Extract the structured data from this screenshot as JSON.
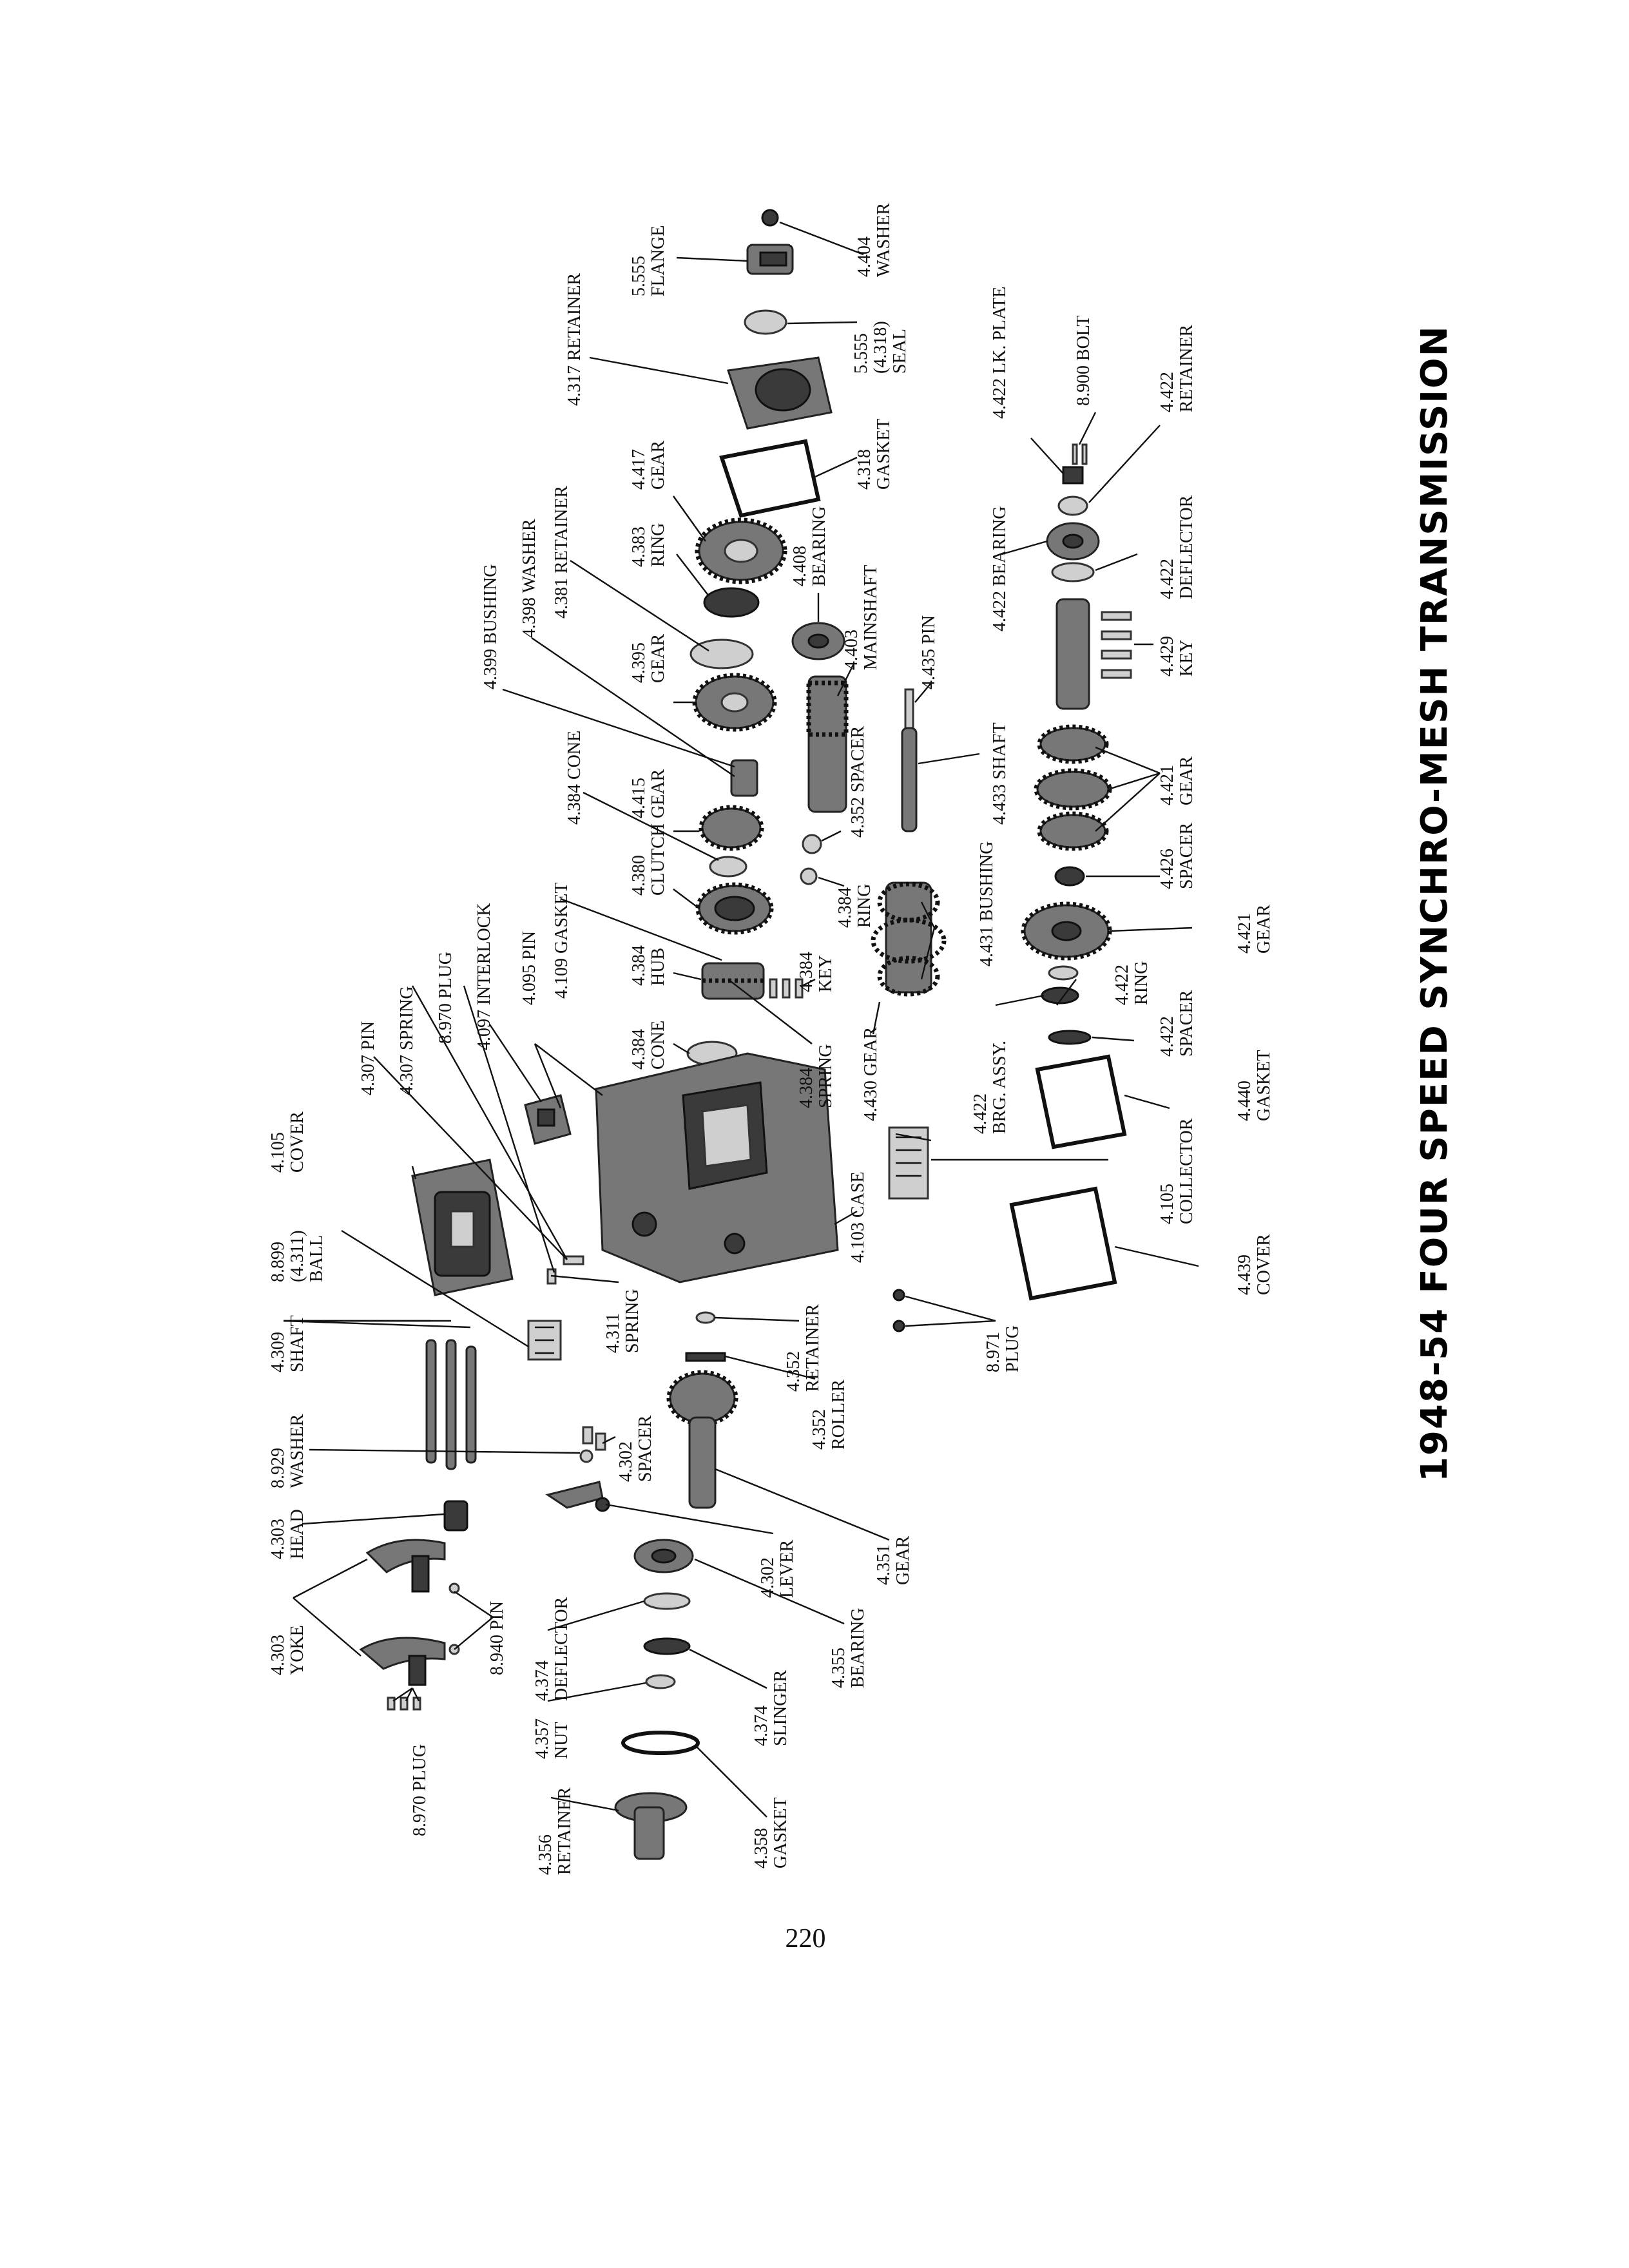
{
  "title": "1948-54 FOUR SPEED SYNCHRO-MESH TRANSMISSION",
  "page_number": "220",
  "labels": {
    "l01": [
      "4.404",
      "WASHER"
    ],
    "l02": [
      "5.555",
      "FLANGE"
    ],
    "l03": [
      "5.555",
      "(4.318)",
      "SEAL"
    ],
    "l04": [
      "4.317 RETAINER"
    ],
    "l05": [
      "4.417",
      "GEAR"
    ],
    "l06": [
      "4.318",
      "GASKET"
    ],
    "l07": [
      "4.422 LK. PLATE"
    ],
    "l08": [
      "8.900 BOLT"
    ],
    "l09": [
      "4.422",
      "RETAINER"
    ],
    "l10": [
      "4.381 RETAINER"
    ],
    "l11": [
      "4.383",
      "RING"
    ],
    "l12": [
      "4.408",
      "BEARING"
    ],
    "l13": [
      "4.422 BEARING"
    ],
    "l14": [
      "4.422",
      "DEFLECTOR"
    ],
    "l15": [
      "4.398 WASHER"
    ],
    "l16": [
      "4.399 BUSHING"
    ],
    "l17": [
      "4.395",
      "GEAR"
    ],
    "l18": [
      "4.403",
      "MAINSHAFT"
    ],
    "l19": [
      "4.435 PIN"
    ],
    "l20": [
      "4.429",
      "KEY"
    ],
    "l21": [
      "4.384 CONE"
    ],
    "l22": [
      "4.415",
      "GEAR"
    ],
    "l23": [
      "4.433 SHAFT"
    ],
    "l24": [
      "4.421",
      "GEAR"
    ],
    "l25": [
      "4.352 SPACER"
    ],
    "l26": [
      "4.380",
      "CLUTCH"
    ],
    "l27": [
      "4.384",
      "RING"
    ],
    "l28": [
      "4.426",
      "SPACER"
    ],
    "l29": [
      "4.109 GASKET"
    ],
    "l30": [
      "4.384",
      "HUB"
    ],
    "l31": [
      "4.384",
      "KEY"
    ],
    "l32": [
      "4.431 BUSHING"
    ],
    "l33": [
      "4.421",
      "GEAR"
    ],
    "l34": [
      "4.095 PIN"
    ],
    "l35": [
      "4.097 INTERLOCK"
    ],
    "l36": [
      "4.384",
      "CONE"
    ],
    "l37": [
      "4.384",
      "SPRING"
    ],
    "l38": [
      "4.430 GEAR"
    ],
    "l39": [
      "4.422",
      "RING"
    ],
    "l40": [
      "8.970 PLUG"
    ],
    "l41": [
      "4.307 SPRING"
    ],
    "l42": [
      "4.307 PIN"
    ],
    "l43": [
      "4.422",
      "BRG. ASSY."
    ],
    "l44": [
      "4.422",
      "SPACER"
    ],
    "l45": [
      "4.440",
      "GASKET"
    ],
    "l46": [
      "4.105",
      "COVER"
    ],
    "l47": [
      "4.103 CASE"
    ],
    "l48": [
      "4.105",
      "COLLECTOR"
    ],
    "l49": [
      "8.899",
      "(4.311)",
      "BALL"
    ],
    "l50": [
      "4.311",
      "SPRING"
    ],
    "l51": [
      "4.439",
      "COVER"
    ],
    "l52": [
      "4.352",
      "RETAINER"
    ],
    "l53": [
      "8.971",
      "PLUG"
    ],
    "l54": [
      "4.309",
      "SHAFT"
    ],
    "l55": [
      "4.352",
      "ROLLER"
    ],
    "l56": [
      "8.929",
      "WASHER"
    ],
    "l57": [
      "4.302",
      "SPACER"
    ],
    "l58": [
      "4.303",
      "HEAD"
    ],
    "l59": [
      "4.302",
      "LEVER"
    ],
    "l60": [
      "4.351",
      "GEAR"
    ],
    "l61": [
      "4.303",
      "YOKE"
    ],
    "l62": [
      "8.940 PIN"
    ],
    "l63": [
      "4.374",
      "DEFLECTOR"
    ],
    "l64": [
      "4.355",
      "BEARING"
    ],
    "l65": [
      "4.374",
      "SLINGER"
    ],
    "l66": [
      "4.357",
      "NUT"
    ],
    "l67": [
      "8.970 PLUG"
    ],
    "l68": [
      "4.358",
      "GASKET"
    ],
    "l69": [
      "4.356",
      "RETAINER"
    ]
  }
}
